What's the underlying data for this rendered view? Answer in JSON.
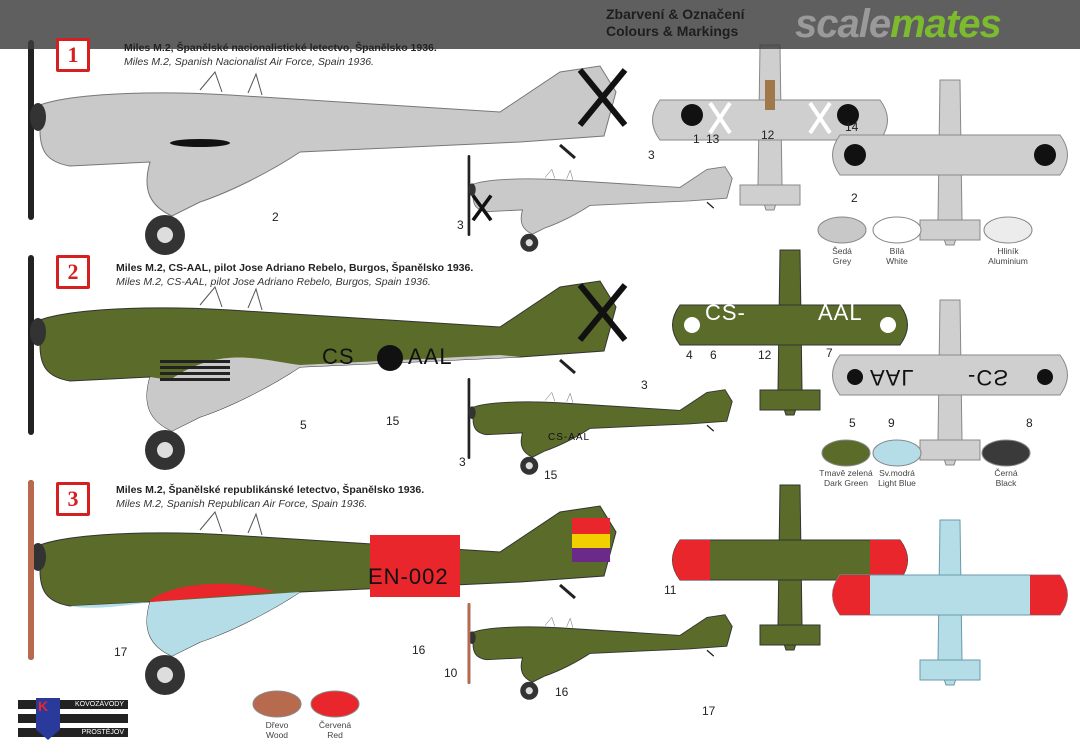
{
  "header": {
    "title_cz": "Zbarvení & Označení",
    "title_en": "Colours & Markings",
    "watermark_a": "scale",
    "watermark_b": "mates"
  },
  "profiles": [
    {
      "number": "1",
      "title_cz": "Miles M.2, Španělské nacionalistické letectvo, Španělsko 1936.",
      "title_en": "Miles M.2, Spanish Nacionalist Air Force, Spain 1936.",
      "callouts": [
        "3",
        "2",
        "3",
        "1",
        "13",
        "12",
        "14",
        "2"
      ]
    },
    {
      "number": "2",
      "title_cz": "Miles M.2, CS-AAL, pilot Jose Adriano Rebelo, Burgos, Španělsko 1936.",
      "title_en": "Miles M.2, CS-AAL, pilot Jose Adriano Rebelo, Burgos, Spain 1936.",
      "registration_left": "CS",
      "registration_right": "AAL",
      "small_registration": "CS-AAL",
      "top_reg_left": "CS-",
      "top_reg_right": "AAL",
      "bottom_reg_left": "AAL",
      "bottom_reg_right": "-CS",
      "callouts": [
        "5",
        "15",
        "3",
        "3",
        "15",
        "4",
        "6",
        "12",
        "7",
        "5",
        "9",
        "8"
      ]
    },
    {
      "number": "3",
      "title_cz": "Miles M.2, Španělské republikánské  letectvo, Španělsko 1936.",
      "title_en": "Miles M.2, Spanish Republican Air Force, Spain 1936.",
      "registration": "EN-002",
      "callouts": [
        "11",
        "16",
        "17",
        "10",
        "16",
        "17"
      ]
    }
  ],
  "swatches": [
    {
      "cz": "Šedá",
      "en": "Grey",
      "color": "#c8c8c8"
    },
    {
      "cz": "Bílá",
      "en": "White",
      "color": "#ffffff"
    },
    {
      "cz": "Hliník",
      "en": "Aluminium",
      "color": "#ececec"
    },
    {
      "cz": "Tmavě zelená",
      "en": "Dark Green",
      "color": "#5a6b2a"
    },
    {
      "cz": "Sv.modrá",
      "en": "Light Blue",
      "color": "#b4dde8"
    },
    {
      "cz": "Černá",
      "en": "Black",
      "color": "#3a3a3a"
    },
    {
      "cz": "Dřevo",
      "en": "Wood",
      "color": "#b86a4e"
    },
    {
      "cz": "Červená",
      "en": "Red",
      "color": "#e8262c"
    }
  ],
  "logo": {
    "top": "KOVOZÁVODY",
    "bottom": "PROSTĚJOV"
  }
}
